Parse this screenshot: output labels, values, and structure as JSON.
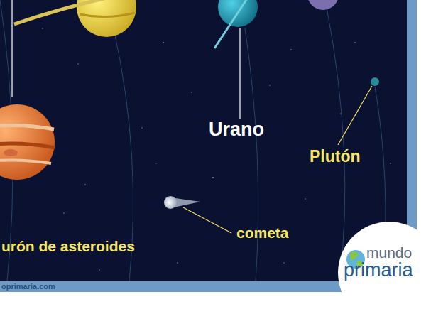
{
  "diagram": {
    "nodes": [
      {
        "text": [
          "mundo",
          "primaria"
        ]
      }
    ],
    "labels": [
      "Urano",
      "Plutón",
      "cometa",
      "urón de asteroides",
      "oprimaria.com"
    ]
  }
}
